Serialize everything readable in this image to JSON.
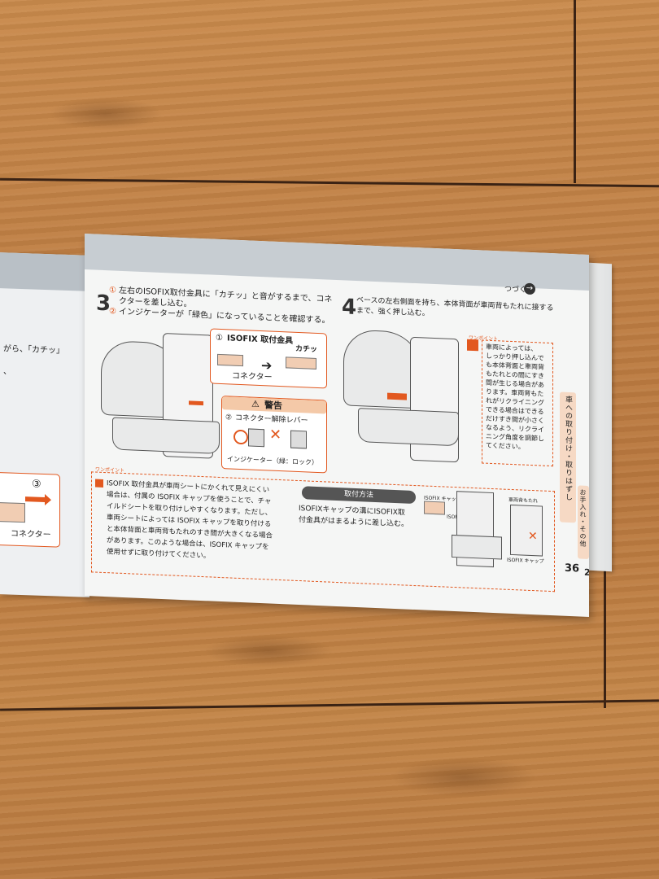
{
  "manual": {
    "continue_label": "つづく",
    "page_number": "36",
    "page_number_partial": "2",
    "side_tab_label": "車への取り付け・取りはずし",
    "side_tab2_label": "お手入れ・その他",
    "step3": {
      "number": "3",
      "circled1": "①",
      "line1": "左右のISOFIX取付金具に「カチッ」と音がするまで、コネ",
      "line2": "クターを差し込む。",
      "circled2": "②",
      "line3": "インジケーターが「緑色」になっていることを確認する。"
    },
    "inset1": {
      "circled": "①",
      "title": "ISOFIX 取付金具",
      "sound": "カチッ",
      "connector_label": "コネクター"
    },
    "warning": {
      "icon": "warning-triangle-icon",
      "title": "警告",
      "circled": "②",
      "lever_label": "コネクター解除レバー",
      "indicator_label": "インジケーター（緑：ロック）"
    },
    "step4": {
      "number": "4",
      "line1": "ベースの左右側面を持ち、本体背面が車両背もたれに接する",
      "line2": "まで、強く押し込む。"
    },
    "onepoint_tag": "ワンポイント",
    "onepoint": [
      "車両によっては、",
      "しっかり押し込んで",
      "も本体背面と車両背",
      "もたれとの間にすき",
      "間が生じる場合があ",
      "ります。車両背もた",
      "れがリクライニング",
      "できる場合はできる",
      "だけすき間が小さく",
      "なるよう、リクライ",
      "ニング角度を調節し",
      "てください。"
    ],
    "point_tag": "ワンポイント",
    "bottom_note": [
      "ISOFIX 取付金具が車両シートにかくれて見えにくい",
      "場合は、付属の ISOFIX キャップを使うことで、チャ",
      "イルドシートを取り付けしやすくなります。ただし、",
      "車両シートによっては ISOFIX キャップを取り付ける",
      "と本体背面と車両背もたれのすき間が大きくなる場合",
      "があります。このような場合は、ISOFIX キャップを",
      "使用せずに取り付けてください。"
    ],
    "method_pill": "取付方法",
    "method_text": [
      "ISOFIXキャップの溝にISOFIX取",
      "付金具がはまるように差し込む。"
    ],
    "diagram_labels": {
      "isofix_cap": "ISOFIX キャップ",
      "isofix_fitting": "ISOFIX 取付金具",
      "vehicle_back": "車両背もたれ",
      "isofix_cap2": "ISOFIX キャップ"
    },
    "left_page": {
      "text1": "がら、「カチッ」",
      "text2": "、",
      "circled": "③",
      "connector_label": "コネクター"
    }
  },
  "colors": {
    "accent": "#e2581f",
    "floor": "#c08043",
    "paper": "#f5f6f5",
    "band": "#c7cdd2"
  }
}
